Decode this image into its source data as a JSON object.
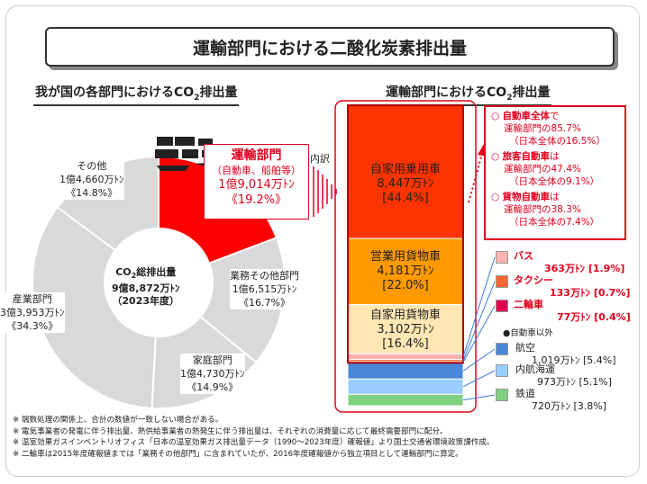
{
  "title": "運輸部門における二酸化炭素排出量",
  "left_heading": {
    "prefix": "我が国の各部門におけるCO",
    "sub": "2",
    "suffix": "排出量"
  },
  "right_heading": {
    "prefix": "運輸部門におけるCO",
    "sub": "2",
    "suffix": "排出量"
  },
  "center": {
    "line1": "CO",
    "line1_sub": "2",
    "line1_suffix": "総排出量",
    "line2": "9億8,872万ﾄﾝ",
    "line3": "（2023年度）"
  },
  "transport_box": {
    "title": "運輸部門",
    "note": "（自動車、船舶等）",
    "value": "1億9,014万ﾄﾝ",
    "pct": "《19.2%》"
  },
  "naiyaku": "内訳",
  "sectors": [
    {
      "name": "その他",
      "value": "1億4,660万ﾄﾝ",
      "pct": "《14.8%》"
    },
    {
      "name": "業務その他部門",
      "value": "1億6,515万ﾄﾝ",
      "pct": "《16.7%》"
    },
    {
      "name": "家庭部門",
      "value": "1億4,730万ﾄﾝ",
      "pct": "《14.9%》"
    },
    {
      "name": "産業部門",
      "value": "3億3,953万ﾄﾝ",
      "pct": "《34.3%》"
    }
  ],
  "chart_data": [
    {
      "type": "pie",
      "title": "我が国の各部門におけるCO2排出量",
      "categories": [
        "運輸部門",
        "業務その他部門",
        "家庭部門",
        "産業部門",
        "その他"
      ],
      "values": [
        19.2,
        16.7,
        14.9,
        34.3,
        14.8
      ],
      "colors": [
        "#ff0000",
        "#d9d9d9",
        "#d9d9d9",
        "#d9d9d9",
        "#d9d9d9"
      ]
    },
    {
      "type": "bar",
      "title": "運輸部門におけるCO2排出量",
      "categories": [
        "自家用乗用車",
        "営業用貨物車",
        "自家用貨物車",
        "バス",
        "タクシー",
        "二輪車",
        "航空",
        "内航海運",
        "鉄道"
      ],
      "values": [
        44.4,
        22.0,
        16.4,
        1.9,
        0.7,
        0.4,
        5.4,
        5.1,
        3.8
      ],
      "colors": [
        "#ff3300",
        "#ff9900",
        "#ffe6b3",
        "#ffb3b3",
        "#ff6633",
        "#e0004d",
        "#4a86d8",
        "#99ccff",
        "#7fd17f"
      ]
    }
  ],
  "bars": [
    {
      "name": "自家用乗用車",
      "value": "8,447万ﾄﾝ",
      "pct": "[44.4%]"
    },
    {
      "name": "営業用貨物車",
      "value": "4,181万ﾄﾝ",
      "pct": "[22.0%]"
    },
    {
      "name": "自家用貨物車",
      "value": "3,102万ﾄﾝ",
      "pct": "[16.4%]"
    }
  ],
  "callout": [
    {
      "head": "自動車全体",
      "tail": "で",
      "l2": "運輸部門の85.7%",
      "l3": "（日本全体の16.5%）"
    },
    {
      "head": "旅客自動車",
      "tail": "は",
      "l2": "運輸部門の47.4%",
      "l3": "（日本全体の9.1%）"
    },
    {
      "head": "貨物自動車",
      "tail": "は",
      "l2": "運輸部門の38.3%",
      "l3": "（日本全体の7.4%）"
    }
  ],
  "small_legend": [
    {
      "name": "バス",
      "value": "363万ﾄﾝ",
      "pct": "[1.9%]"
    },
    {
      "name": "タクシー",
      "value": "133万ﾄﾝ",
      "pct": "[0.7%]"
    },
    {
      "name": "二輪車",
      "value": "77万ﾄﾝ",
      "pct": "[0.4%]"
    }
  ],
  "other_label": "●自動車以外",
  "other_legend": [
    {
      "name": "航空",
      "value": "1,019万ﾄﾝ",
      "pct": "[5.4%]"
    },
    {
      "name": "内航海運",
      "value": "973万ﾄﾝ",
      "pct": "[5.1%]"
    },
    {
      "name": "鉄道",
      "value": "720万ﾄﾝ",
      "pct": "[3.8%]"
    }
  ],
  "notes": [
    "※ 端数処理の関係上、合計の数値が一致しない場合がある。",
    "※ 電気事業者の発電に伴う排出量、熱供給事業者の熱発生に伴う排出量は、それぞれの消費量に応じて最終需要部門に配分。",
    "※ 温室効果ガスインベントリオフィス「日本の温室効果ガス排出量データ（1990～2023年度）確報値」より国土交通省環境政策課作成。",
    "※ 二輪車は2015年度確報値までは「業務その他部門」に含まれていたが、2016年度確報値から独立項目として運輸部門に算定。"
  ]
}
